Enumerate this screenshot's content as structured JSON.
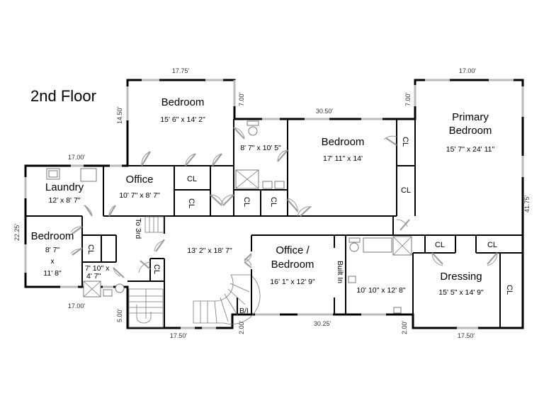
{
  "title": "2nd Floor",
  "rooms": {
    "bedroom_top": {
      "name": "Bedroom",
      "size": "15' 6\" x 14' 2\""
    },
    "bath_center": {
      "size": "8' 7\" x 10' 5\""
    },
    "bedroom_mid": {
      "name": "Bedroom",
      "size": "17' 11\" x 14'"
    },
    "primary": {
      "name1": "Primary",
      "name2": "Bedroom",
      "size": "15' 7\" x 24' 11\""
    },
    "laundry": {
      "name": "Laundry",
      "size": "12' x 8' 7\""
    },
    "office": {
      "name": "Office",
      "size": "10' 7\" x 8' 7\""
    },
    "bedroom_left": {
      "name": "Bedroom",
      "size1": "8' 7\"",
      "size2": "x",
      "size3": "11' 8\""
    },
    "bath_small": {
      "size1": "7' 10\" x",
      "size2": "4' 7\""
    },
    "hall": {
      "size": "13' 2\" x 18' 7\""
    },
    "office_bedroom": {
      "name1": "Office /",
      "name2": "Bedroom",
      "size": "16' 1\" x 12' 9\""
    },
    "built_in": "Built In",
    "bath_right": {
      "size": "10' 10\" x 12' 8\""
    },
    "dressing": {
      "name": "Dressing",
      "size": "15' 5\" x 14' 9\""
    },
    "to_3rd": "To 3rd",
    "bi": "B/I"
  },
  "closet_label": "CL",
  "dimensions": {
    "top_bedroom_width": "17.75'",
    "top_bedroom_height": "14.50'",
    "step_left": "7.00'",
    "mid_width": "30.50'",
    "step_right": "7.00'",
    "primary_width": "17.00'",
    "laundry_width": "17.00'",
    "left_height": "22.25'",
    "left_bottom": "17.00'",
    "stair_height": "5.00'",
    "hall_bottom": "17.50'",
    "bi_step": "2.00'",
    "bottom_mid": "30.25'",
    "bath_step": "2.00'",
    "dressing_bottom": "17.50'",
    "right_height": "41.75'"
  }
}
